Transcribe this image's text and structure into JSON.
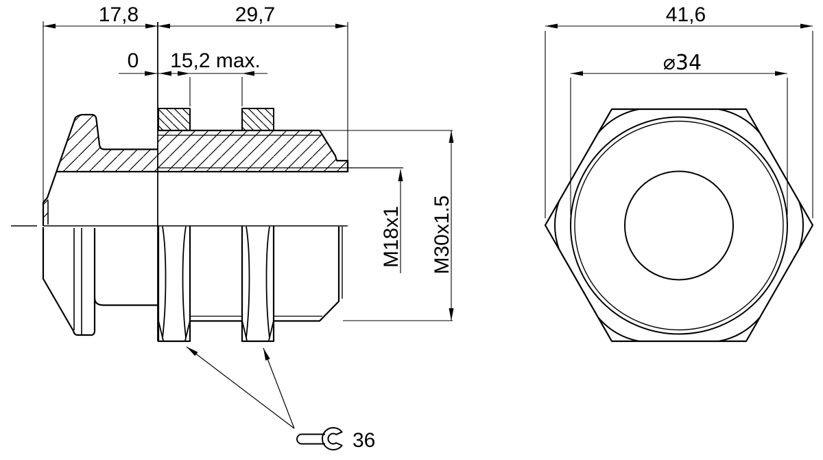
{
  "side_view": {
    "dim_flange_width": "17,8",
    "dim_body_width": "29,7",
    "dim_zero": "0",
    "dim_clamp": "15,2 max.",
    "thread_inner": "M18x1",
    "thread_outer": "M30x1.5",
    "wrench_size": "36"
  },
  "front_view": {
    "dim_across_corners": "41,6",
    "dim_diameter": "⌀34"
  },
  "colors": {
    "line": "#000000",
    "background": "#ffffff"
  }
}
